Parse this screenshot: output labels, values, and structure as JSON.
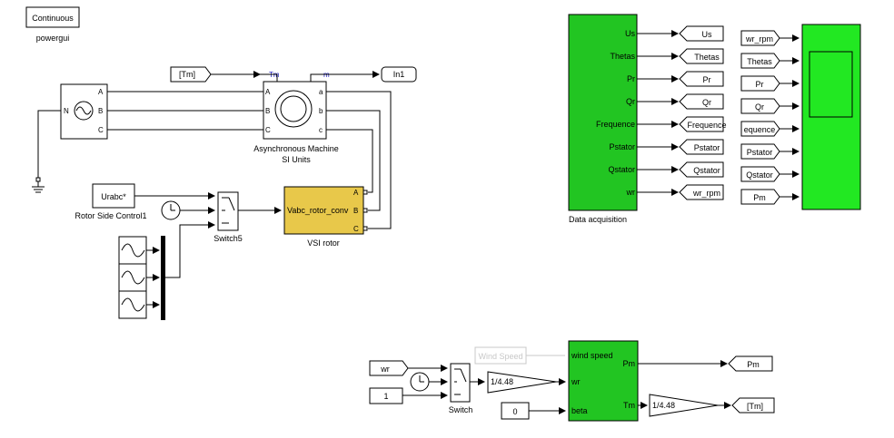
{
  "powergui": {
    "block_label": "Continuous",
    "name": "powergui"
  },
  "source": {
    "ports": [
      "N",
      "A",
      "B",
      "C"
    ]
  },
  "machine": {
    "name_line1": "Asynchronous Machine",
    "name_line2": "SI Units",
    "in_ports": [
      "A",
      "B",
      "C"
    ],
    "out_ports": [
      "a",
      "b",
      "c"
    ],
    "tm_label": "Tm",
    "m_label": "m"
  },
  "tags": {
    "tm_from": "[Tm]",
    "in1": "In1",
    "tm_goto": "[Tm]",
    "wr_from": "wr",
    "pm_goto": "Pm"
  },
  "rotor_control": {
    "const_label": "Urabc*",
    "name": "Rotor Side Control1"
  },
  "switch5": {
    "name": "Switch5"
  },
  "vsi": {
    "input_label": "Vabc_rotor_conv",
    "out_ports": [
      "A",
      "B",
      "C"
    ],
    "name": "VSI rotor",
    "color": "#e8c84a"
  },
  "data_acq": {
    "name": "Data acquisition",
    "color": "#22c522",
    "outputs": [
      "Us",
      "Thetas",
      "Pr",
      "Qr",
      "Frequence",
      "Pstator",
      "Qstator",
      "wr"
    ],
    "gotos": [
      "Us",
      "Thetas",
      "Pr",
      "Qr",
      "Frequence",
      "Pstator",
      "Qstator",
      "wr_rpm"
    ]
  },
  "scope_froms": [
    "wr_rpm",
    "Thetas",
    "Pr",
    "Qr",
    "equence",
    "Pstator",
    "Qstator",
    "Pm"
  ],
  "scope": {
    "color": "#22e822"
  },
  "wind": {
    "wind_speed_block": "Wind Speed",
    "constant_one": "1",
    "switch_name": "Switch",
    "gain_in": "1/4.48",
    "gain_out": "1/4.48",
    "beta_const": "0",
    "block_inputs": [
      "wind speed",
      "wr",
      "beta"
    ],
    "block_outputs": [
      "Pm",
      "Tm"
    ],
    "color": "#22c522"
  }
}
